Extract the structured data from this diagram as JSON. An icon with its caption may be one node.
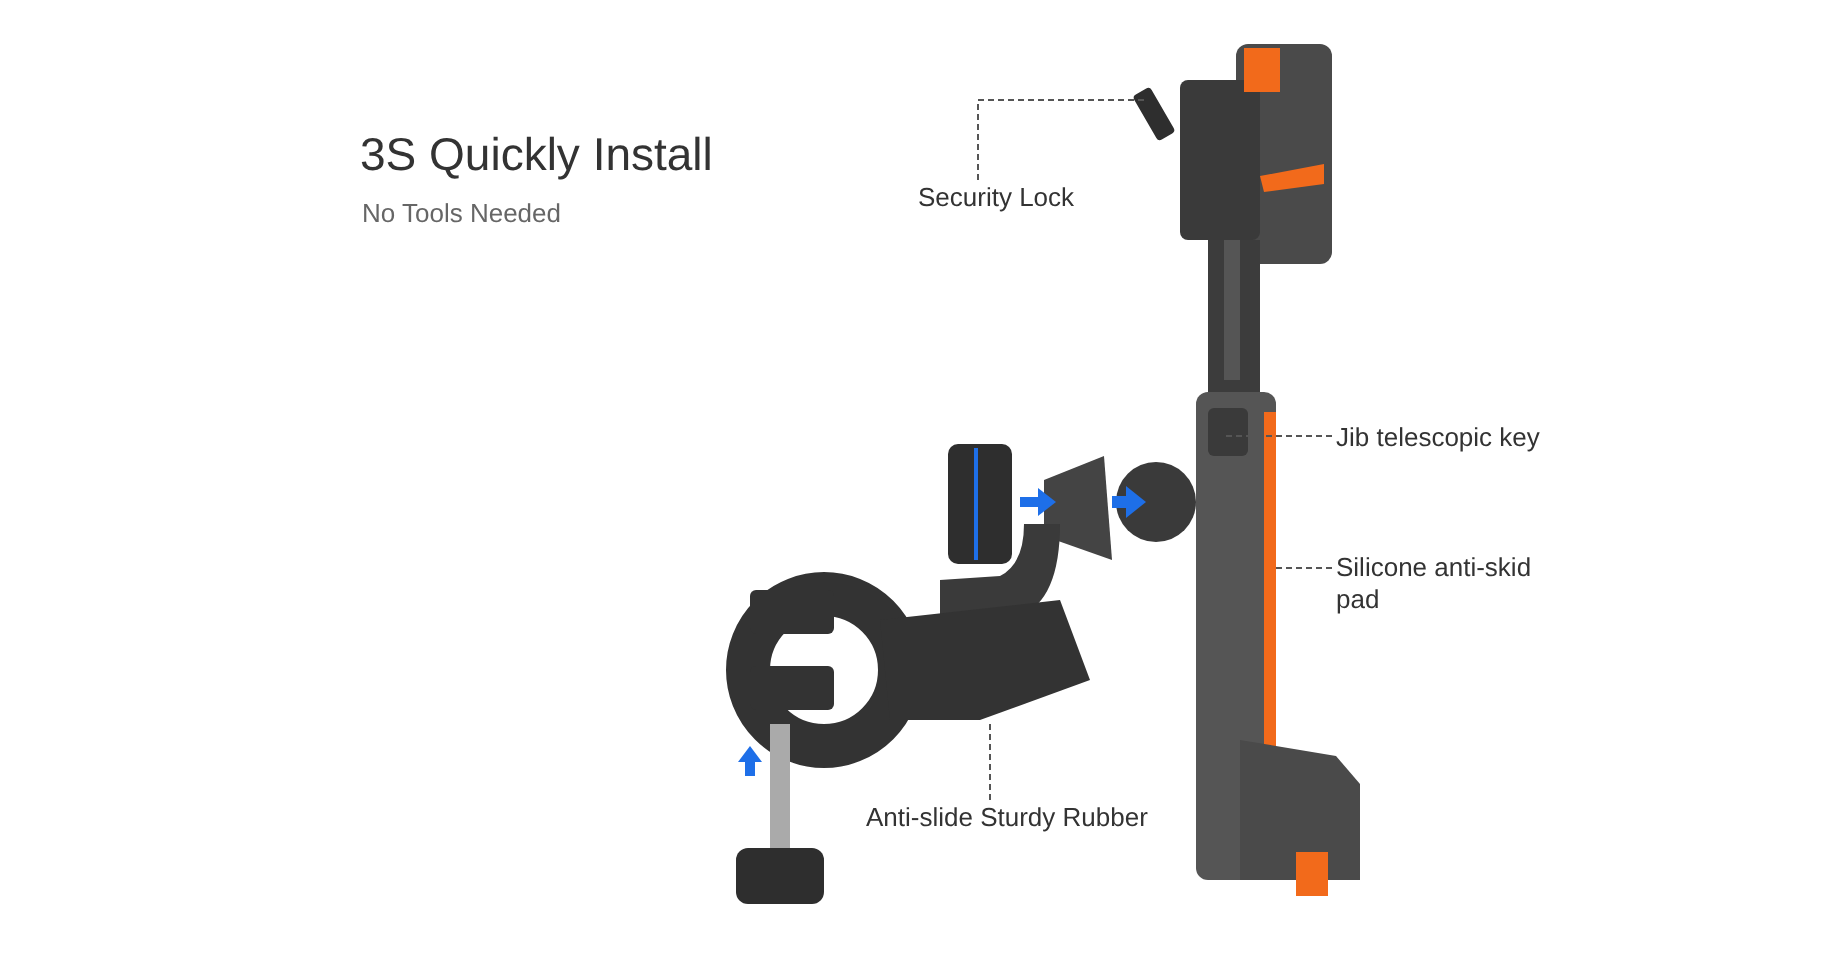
{
  "diagram": {
    "title": "3S Quickly Install",
    "nodes": [
      {
        "text": [
          "Security Lock"
        ]
      },
      {
        "text": [
          "Jib telescopic key"
        ]
      },
      {
        "text": [
          "Silicone anti-skid pad"
        ]
      },
      {
        "text": [
          "Anti-slide Sturdy Rubber"
        ]
      }
    ],
    "edges": [
      {
        "from": 0,
        "to": null,
        "arrow": "none",
        "style": "dashed"
      },
      {
        "from": 1,
        "to": null,
        "arrow": "none",
        "style": "dashed"
      },
      {
        "from": 2,
        "to": null,
        "arrow": "none",
        "style": "dashed"
      },
      {
        "from": 3,
        "to": null,
        "arrow": "none",
        "style": "dashed"
      }
    ],
    "labels": [
      "No Tools Needed"
    ]
  }
}
